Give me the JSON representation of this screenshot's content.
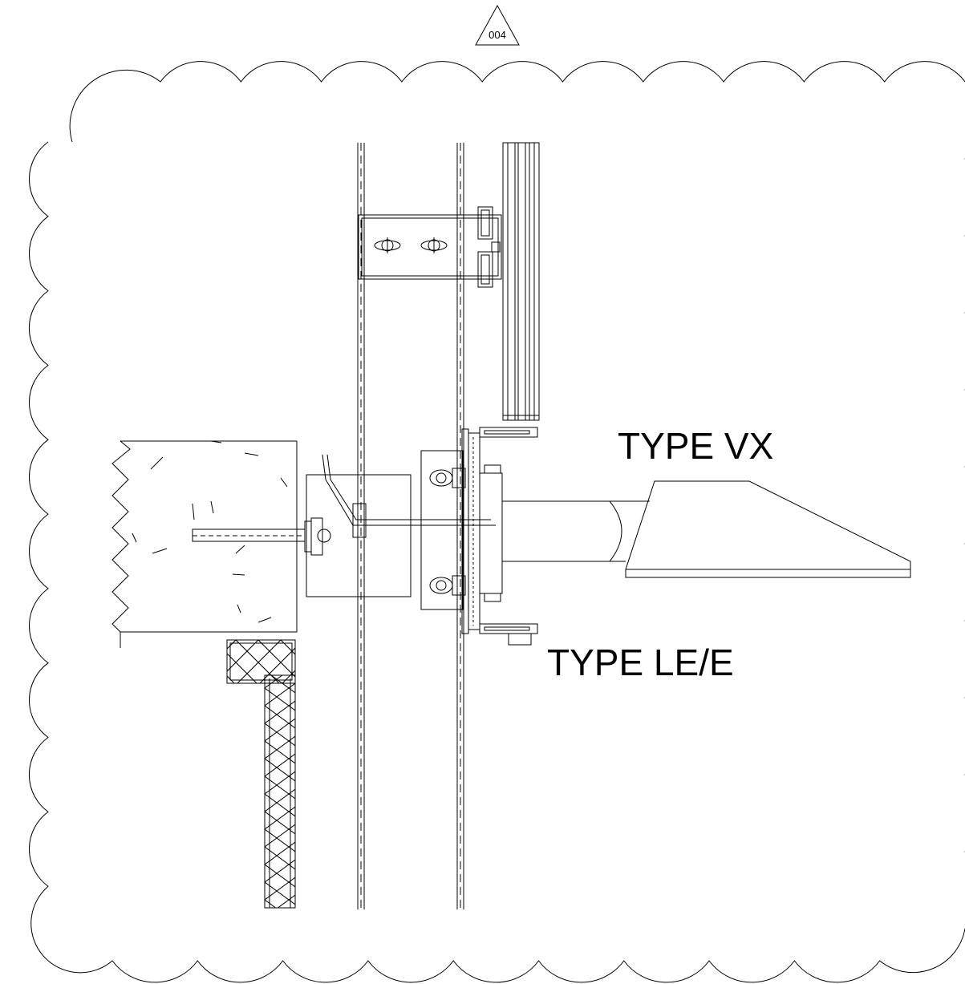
{
  "revision": {
    "tag": "004"
  },
  "labels": {
    "type_vx": "TYPE VX",
    "type_le": "TYPE LE/E"
  },
  "colors": {
    "line": "#000000",
    "background": "#ffffff"
  }
}
